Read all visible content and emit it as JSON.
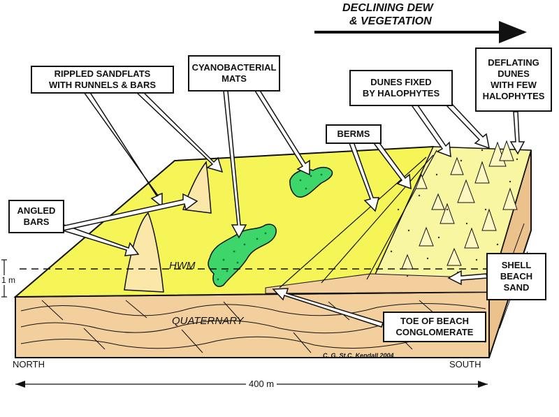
{
  "title": {
    "line1": "DECLINING DEW",
    "line2": "& VEGETATION"
  },
  "labels": {
    "rippled": [
      "RIPPLED SANDFLATS",
      "WITH RUNNELS  & BARS"
    ],
    "cyano": [
      "CYANOBACTERIAL",
      "MATS"
    ],
    "dunes_fixed": [
      "DUNES FIXED",
      "BY HALOPHYTES"
    ],
    "deflating": [
      "DEFLATING",
      "DUNES",
      "WITH FEW",
      "HALOPHYTES"
    ],
    "berms": "BERMS",
    "angled": [
      "ANGLED",
      "BARS"
    ],
    "shell": [
      "SHELL",
      "BEACH",
      "SAND"
    ],
    "toe": [
      "TOE OF BEACH",
      "CONGLOMERATE"
    ]
  },
  "annotations": {
    "hwm": "HWM",
    "quaternary": "QUATERNARY",
    "north": "NORTH",
    "south": "SOUTH",
    "credit": "C. G. St.C. Kendall 2004",
    "scale_v": "1 m",
    "scale_h": "400 m"
  },
  "colors": {
    "sandflat": "#f5f558",
    "halophyte_zone": "#f8f6a0",
    "mat": "#3dd66a",
    "sediment": "#f2cf9c",
    "bar": "#fbe8a8",
    "outline": "#111111"
  }
}
